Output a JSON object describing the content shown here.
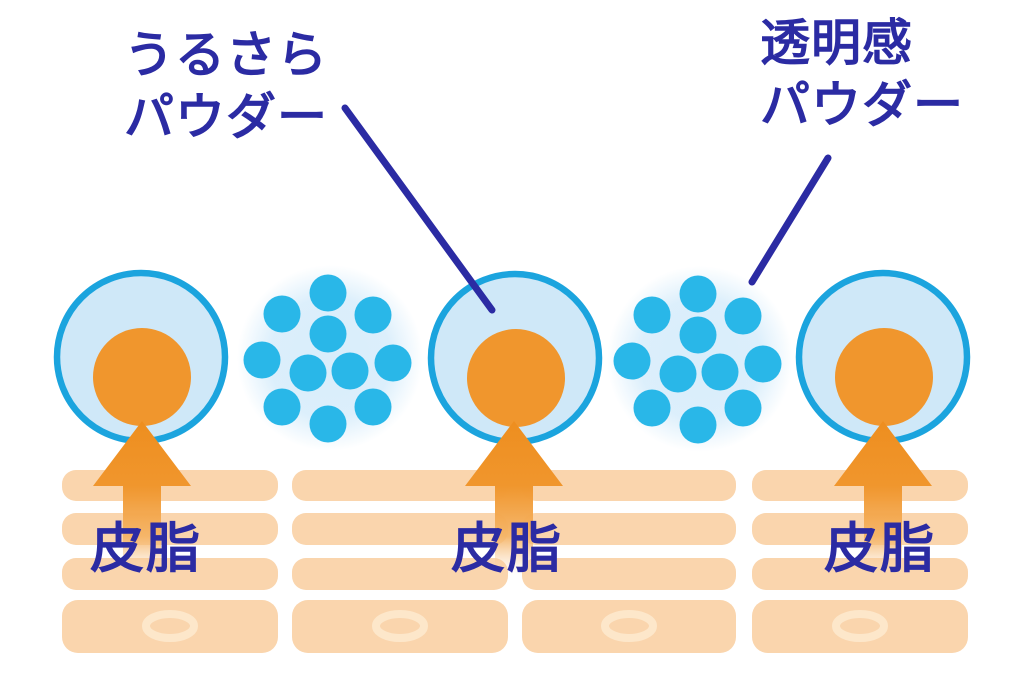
{
  "labels": {
    "urusara_powder": {
      "line1": "うるさら",
      "line2": "パウダー"
    },
    "toumeikan_powder": {
      "line1": "透明感",
      "line2": "パウダー"
    },
    "sebum_left": "皮脂",
    "sebum_middle": "皮脂",
    "sebum_right": "皮脂"
  },
  "colors": {
    "background": "#ffffff",
    "label_navy": "#2b2ba3",
    "powder_ring": "#1ba4de",
    "powder_fill": "#cfe8f8",
    "dot_cyan": "#29b7e8",
    "dot_glow": "#d8edfb",
    "sebum_orange": "#f0962d",
    "arrow_orange_dark": "#ee8e1f",
    "skin_peach": "#fad5ad",
    "skin_oval_ring": "#fde7ca"
  }
}
